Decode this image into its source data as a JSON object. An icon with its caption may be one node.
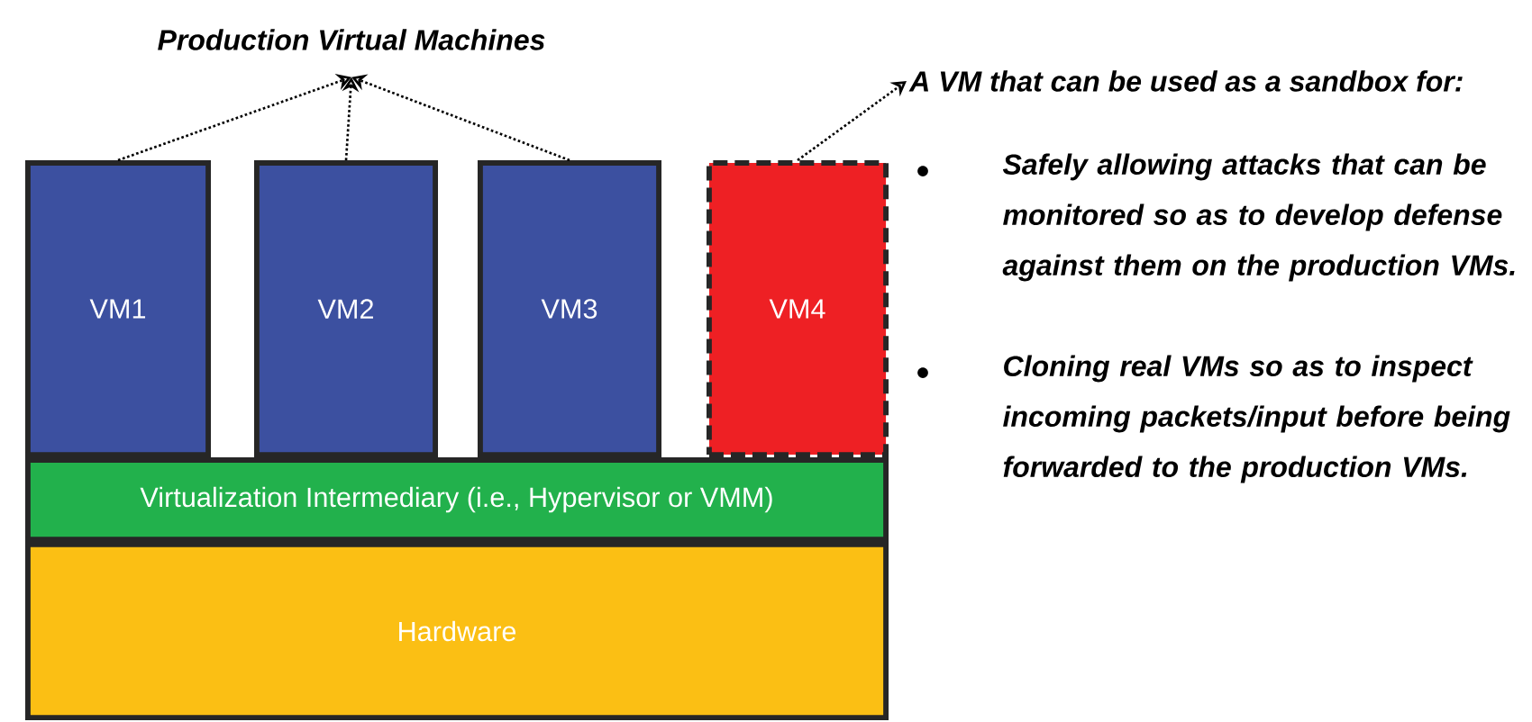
{
  "diagram": {
    "nodes": [
      {
        "text": [
          "Production Virtual Machines"
        ]
      },
      {
        "text": [
          "A VM that can be used as a sandbox for:"
        ]
      },
      {
        "text": [
          "VM1"
        ]
      },
      {
        "text": [
          "VM2"
        ]
      },
      {
        "text": [
          "VM3"
        ]
      },
      {
        "text": [
          "VM4"
        ]
      },
      {
        "text": [
          "Virtualization Intermediary (i.e., Hypervisor or VMM)"
        ]
      },
      {
        "text": [
          "Hardware"
        ]
      }
    ],
    "edges": [
      {
        "from": 2,
        "to": 0,
        "arrow": "to",
        "style": "dashed"
      },
      {
        "from": 3,
        "to": 0,
        "arrow": "to",
        "style": "dashed"
      },
      {
        "from": 4,
        "to": 0,
        "arrow": "to",
        "style": "dashed"
      },
      {
        "from": 5,
        "to": 1,
        "arrow": "to",
        "style": "dashed"
      }
    ],
    "labels": [
      "Safely allowing attacks that can be monitored so as to develop defense against them on the production VMs.",
      "Cloning real VMs so as to inspect incoming packets/input before being forwarded to the production VMs."
    ]
  }
}
